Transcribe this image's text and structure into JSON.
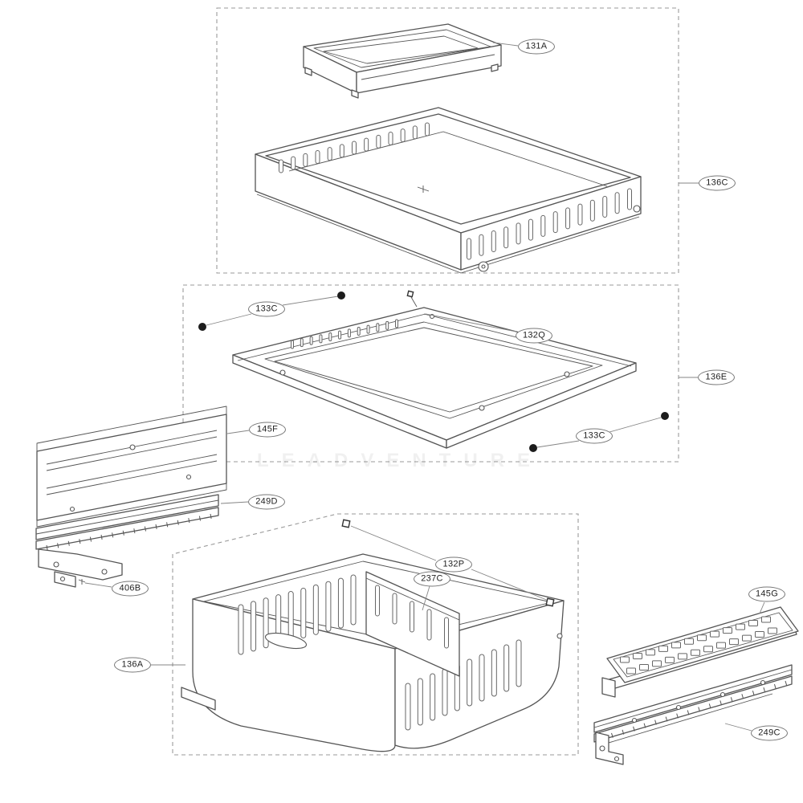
{
  "diagram": {
    "watermark": "LEADVENTURE",
    "callouts": [
      {
        "label": "131A"
      },
      {
        "label": "136C"
      },
      {
        "label": "133C"
      },
      {
        "label": "132Q"
      },
      {
        "label": "136E"
      },
      {
        "label": "133C"
      },
      {
        "label": "145F"
      },
      {
        "label": "249D"
      },
      {
        "label": "406B"
      },
      {
        "label": "136A"
      },
      {
        "label": "132P"
      },
      {
        "label": "237C"
      },
      {
        "label": "145G"
      },
      {
        "label": "249C"
      }
    ]
  }
}
